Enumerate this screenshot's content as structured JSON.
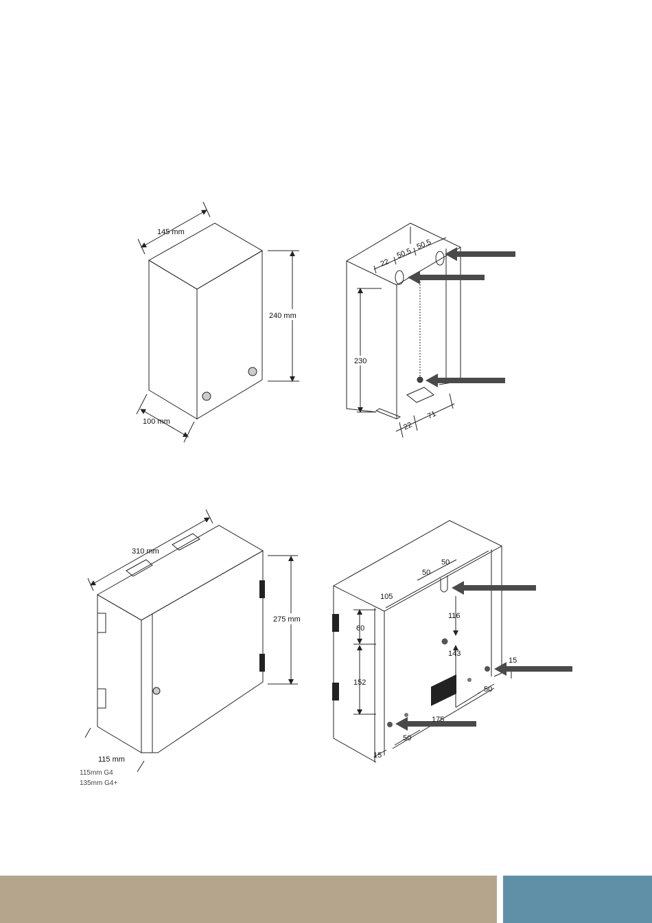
{
  "colors": {
    "footer_left": "#b5a58c",
    "footer_right": "#6090a8",
    "line": "#222222",
    "arrow": "#4a4a4a"
  },
  "figure_small": {
    "front": {
      "width_label": "145 mm",
      "height_label": "240 mm",
      "depth_label": "100 mm"
    },
    "rear": {
      "top_dims": [
        "22",
        "50.5",
        "50.5"
      ],
      "height_dim": "230",
      "bottom_dims": [
        "22",
        "71"
      ]
    }
  },
  "figure_large": {
    "front": {
      "width_label": "310 mm",
      "height_label": "275 mm",
      "depth_label": "115 mm",
      "variant_notes": [
        "115mm G4",
        "135mm G4+"
      ]
    },
    "rear": {
      "top_dims": [
        "105",
        "50",
        "50"
      ],
      "left_dims": [
        "60",
        "152"
      ],
      "center_dims": [
        "116",
        "143"
      ],
      "right_dims": [
        "15",
        "50"
      ],
      "bottom_dims": [
        "175",
        "50",
        "15"
      ]
    }
  }
}
